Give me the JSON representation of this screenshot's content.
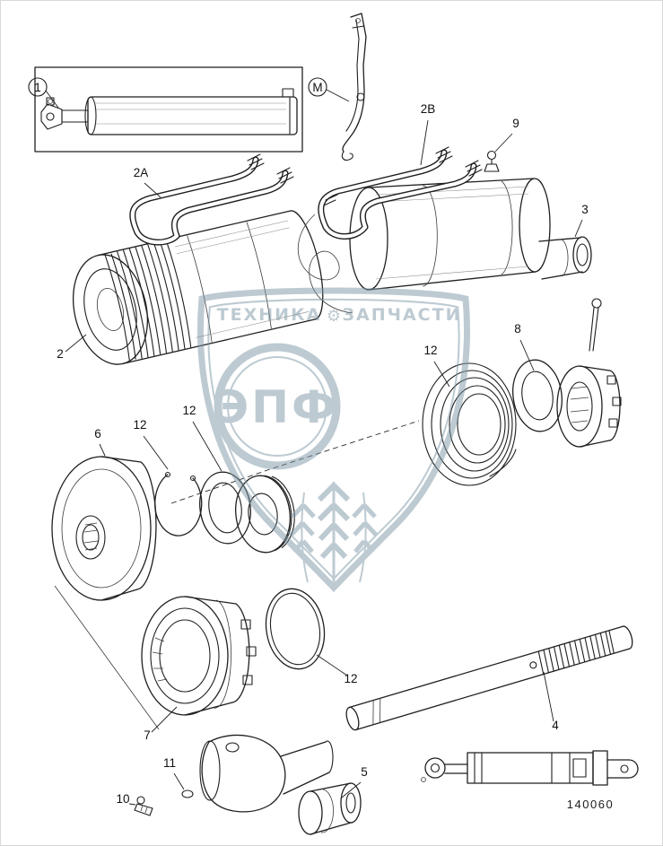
{
  "diagram": {
    "labels": {
      "part1": "1",
      "partM": "M",
      "part2A": "2A",
      "part2B": "2B",
      "part9": "9",
      "part3": "3",
      "part2": "2",
      "part8": "8",
      "part12_coil": "12",
      "part12_circlip": "12",
      "part12_washer": "12",
      "part12_oring": "12",
      "part6": "6",
      "part7": "7",
      "part4": "4",
      "part5": "5",
      "part10": "10",
      "part11": "11"
    },
    "watermark": {
      "brand": "ЭПФ",
      "tagline_left": "ТЕХНИКА",
      "tagline_right": "ЗАПЧАСТИ",
      "gear_glyph": "⚙"
    },
    "drawing_number": "140060"
  }
}
